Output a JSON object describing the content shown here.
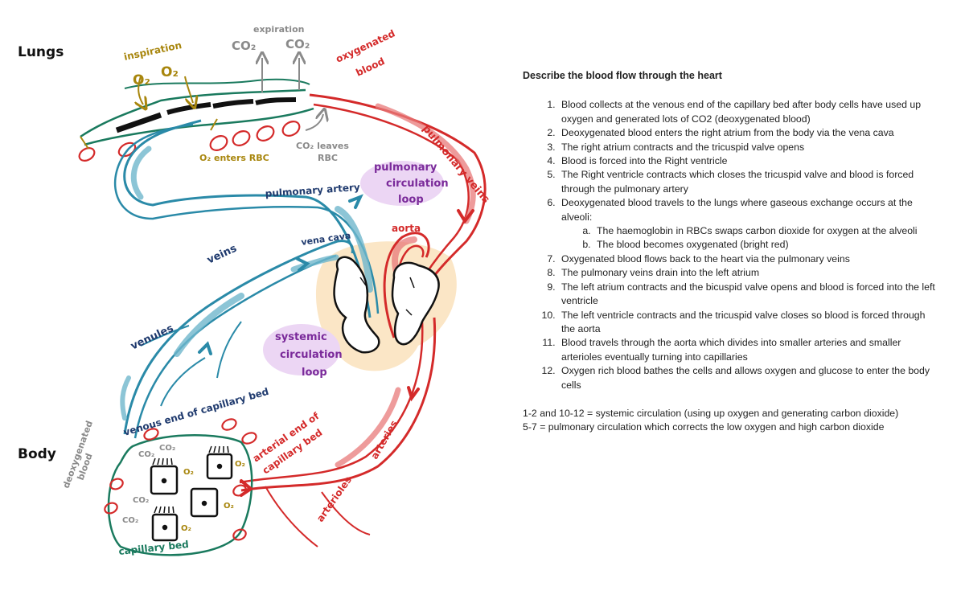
{
  "diagram": {
    "labels": {
      "lungs": "Lungs",
      "body": "Body",
      "inspiration": "inspiration",
      "o2_a": "O₂",
      "o2_b": "O₂",
      "expiration": "expiration",
      "co2_a": "CO₂",
      "co2_b": "CO₂",
      "oxygenated_blood_1": "oxygenated",
      "oxygenated_blood_2": "blood",
      "o2_enters_rbc": "O₂ enters RBC",
      "co2_leaves_1": "CO₂ leaves",
      "co2_leaves_2": "RBC",
      "pulmonary_veins": "pulmonary veins",
      "pulmonary_artery": "pulmonary artery",
      "pulmonary_loop_1": "pulmonary",
      "pulmonary_loop_2": "circulation",
      "pulmonary_loop_3": "loop",
      "aorta": "aorta",
      "veins": "veins",
      "vena_cava": "vena cava",
      "venules": "venules",
      "systemic_loop_1": "systemic",
      "systemic_loop_2": "circulation",
      "systemic_loop_3": "loop",
      "venous_end": "venous end of capillary bed",
      "deoxygenated_1": "deoxygenated",
      "deoxygenated_2": "blood",
      "arterial_end_1": "arterial end of",
      "arterial_end_2": "capillary bed",
      "arteries": "arteries",
      "arterioles": "arterioles",
      "capillary_bed": "capillary bed",
      "co2_cap_a": "CO₂",
      "co2_cap_b": "CO₂",
      "co2_cap_c": "CO₂",
      "co2_cap_d": "CO₂",
      "o2_cap_a": "O₂",
      "o2_cap_b": "O₂",
      "o2_cap_c": "O₂",
      "o2_cap_d": "O₂"
    },
    "colors": {
      "oxygenated": "#d42a2a",
      "deoxygenated": "#2a8aa8",
      "navy": "#1f3a6e",
      "gold": "#a8860d",
      "grey": "#8a8a8a",
      "green": "#1a7a5e",
      "purple": "#7a2a9a",
      "heart_highlight": "#fbe3c0",
      "loop_highlight": "#ecd6f4"
    }
  },
  "panel": {
    "title": "Describe the blood flow through the heart",
    "steps": [
      "Blood collects at the venous end of the capillary bed after body cells have used up oxygen and generated lots of CO2 (deoxygenated blood)",
      "Deoxygenated blood enters the right atrium from the body via the vena cava",
      "The right atrium contracts and the tricuspid valve opens",
      "Blood is forced into the Right ventricle",
      "The Right ventricle contracts which closes the tricuspid valve and blood is forced through the pulmonary artery",
      "Deoxygenated blood travels to the lungs where gaseous exchange occurs at the alveoli:",
      "Oxygenated blood flows back to the heart via the pulmonary veins",
      "The pulmonary veins drain into the left atrium",
      "The left atrium contracts and the bicuspid valve opens and blood is forced into the left ventricle",
      "The left ventricle contracts and the tricuspid valve closes so blood is forced through the aorta",
      "Blood travels through the aorta which divides into smaller arteries and smaller arterioles eventually turning into capillaries",
      "Oxygen rich blood bathes the cells and allows oxygen and glucose to enter the body cells"
    ],
    "substeps": [
      "The haemoglobin in RBCs swaps carbon dioxide for oxygen at the alveoli",
      "The blood becomes oxygenated (bright red)"
    ],
    "summary": [
      "1-2 and 10-12 = systemic circulation (using up oxygen and generating carbon dioxide)",
      "5-7 = pulmonary circulation which corrects the low oxygen and high carbon dioxide"
    ]
  }
}
